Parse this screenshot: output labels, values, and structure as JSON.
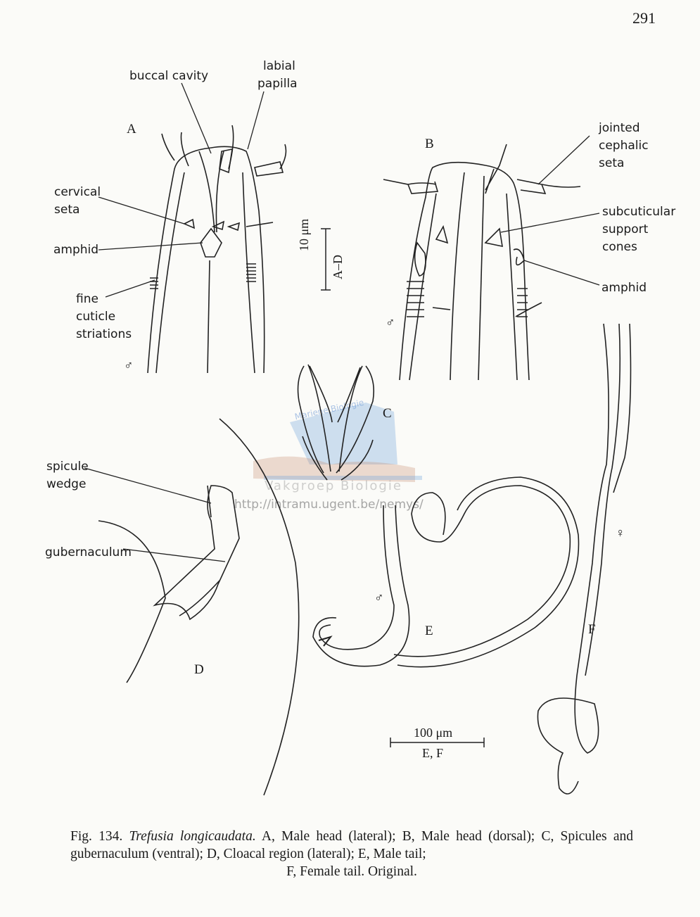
{
  "page_number": "291",
  "figure": {
    "panel_labels": {
      "A": "A",
      "B": "B",
      "C": "C",
      "D": "D",
      "E": "E",
      "F": "F"
    },
    "labels": {
      "buccal_cavity": "buccal cavity",
      "labial_papilla": [
        "labial",
        "papilla"
      ],
      "cervical_seta": [
        "cervical",
        "seta"
      ],
      "amphid_a": "amphid",
      "fine_cuticle_striations": [
        "fine",
        "cuticle",
        "striations"
      ],
      "jointed_cephalic_seta": [
        "jointed",
        "cephalic",
        "seta"
      ],
      "subcuticular_support_cones": [
        "subcuticular",
        "support",
        "cones"
      ],
      "amphid_b": "amphid",
      "spicule_wedge": [
        "spicule",
        "wedge"
      ],
      "gubernaculum": "gubernaculum"
    },
    "sex_symbols": {
      "male": "♂",
      "female": "♀"
    },
    "scale_bar_small": {
      "value": "10 μm",
      "panels": "A–D"
    },
    "scale_bar_large": {
      "value": "100 μm",
      "panels": "E, F"
    }
  },
  "watermark": {
    "line1": "Mariene Biologie",
    "line2": "Vakgroep Biologie",
    "url": "http://intramu.ugent.be/nemys/"
  },
  "caption": {
    "fig_num": "Fig. 134.",
    "species": "Trefusia longicaudata.",
    "text": " A, Male head (lateral); B, Male head (dorsal); C, Spicules and gubernaculum (ventral); D, Cloacal region (lateral); E, Male tail;",
    "last_line": "F, Female tail. Original."
  }
}
